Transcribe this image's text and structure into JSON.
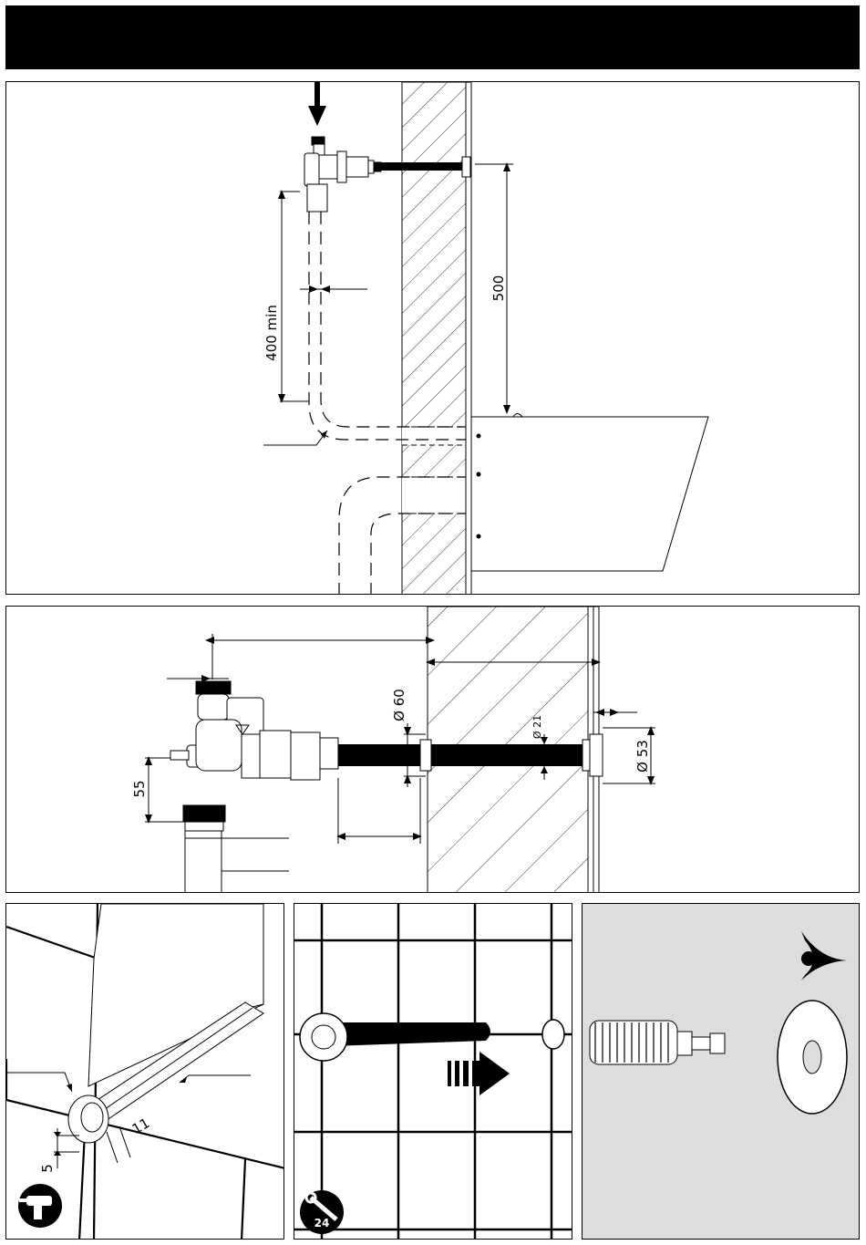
{
  "diagram1": {
    "dim_400": "400 min",
    "dim_500": "500"
  },
  "diagram2": {
    "dim_55": "55",
    "dim_d60": "Ø 60",
    "dim_d21": "Ø 21",
    "dim_d53": "Ø 53"
  },
  "diagram3": {
    "dim_5": "5",
    "dim_11": "11"
  },
  "diagram4": {
    "tool_size": "24"
  }
}
